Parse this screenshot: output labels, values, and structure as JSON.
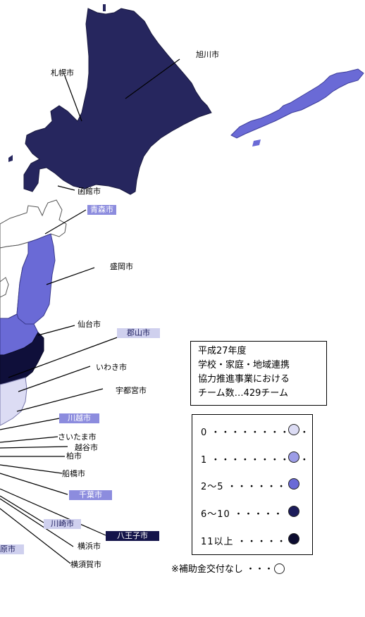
{
  "cities": {
    "asahikawa": "旭川市",
    "sapporo": "札幌市",
    "hakodate": "函館市",
    "aomori": "青森市",
    "morioka": "盛岡市",
    "sendai": "仙台市",
    "koriyama": "郡山市",
    "iwaki": "いわき市",
    "utsunomiya": "宇都宮市",
    "kawagoe": "川越市",
    "saitama": "さいたま市",
    "koshigaya": "越谷市",
    "kashiwa": "柏市",
    "funabashi": "船橋市",
    "chiba": "千葉市",
    "kawasaki": "川崎市",
    "hachioji": "八王子市",
    "yokohama": "横浜市",
    "yokosuka": "横須賀市",
    "sagamihara_partial": "原市"
  },
  "title": [
    "平成27年度",
    "学校・家庭・地域連携",
    "協力推進事業における",
    "チーム数…429チーム"
  ],
  "legend": [
    {
      "label": "0 ・・・・・・・・・・",
      "color": "#dcdcf4"
    },
    {
      "label": "1 ・・・・・・・・・・",
      "color": "#9c9ce6"
    },
    {
      "label": "2～5 ・・・・・・・",
      "color": "#6a6ad6"
    },
    {
      "label": "6～10 ・・・・・",
      "color": "#1c1c5a"
    },
    {
      "label": "11以上 ・・・・・",
      "color": "#0c0c30"
    }
  ],
  "note": {
    "text": "※補助金交付なし ・・・",
    "color": "#ffffff"
  }
}
